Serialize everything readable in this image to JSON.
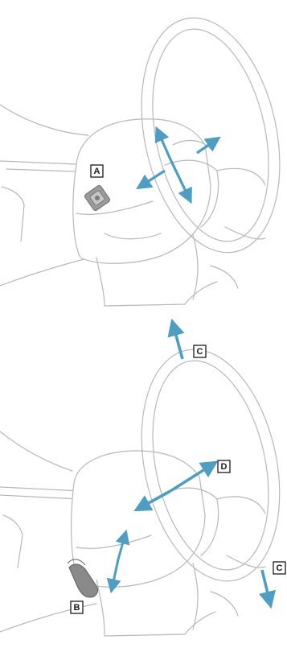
{
  "labels": {
    "a": "A",
    "b": "B",
    "c_top": "C",
    "c_bottom": "C",
    "d": "D"
  },
  "colors": {
    "arrow": "#4e9ec4",
    "outline": "#b8b8b8",
    "button_fill": "#9a9a9a",
    "lever_fill": "#8a8a8a",
    "label_border": "#1a1a1a"
  },
  "icons": {
    "adjust_button": "adjust-button-icon",
    "lever": "release-lever-icon"
  }
}
